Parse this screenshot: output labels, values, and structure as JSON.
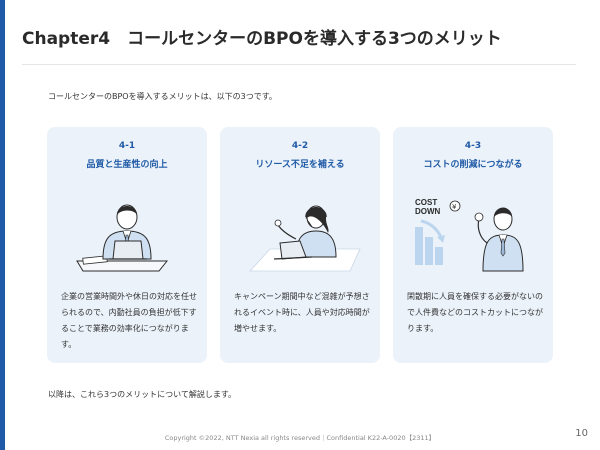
{
  "slide": {
    "title": "Chapter4　コールセンターのBPOを導入する3つのメリット",
    "intro": "コールセンターのBPOを導入するメリットは、以下の3つです。",
    "cards": [
      {
        "number": "4-1",
        "heading": "品質と生産性の向上",
        "body": "企業の営業時間外や休日の対応を任せられるので、内勤社員の負担が低下することで業務の効率化につながります。",
        "icon": "office-worker-laptop-icon"
      },
      {
        "number": "4-2",
        "heading": "リソース不足を補える",
        "body": "キャンペーン期間中など混雑が予想されるイベント時に、人員や対応時間が増やせます。",
        "icon": "call-center-operator-icon"
      },
      {
        "number": "4-3",
        "heading": "コストの削減につながる",
        "body": "閑散期に人員を確保する必要がないので人件費などのコストカットにつながります。",
        "icon": "cost-down-businessman-icon",
        "illustration_text": "COST DOWN"
      }
    ],
    "outro": "以降は、これら3つのメリットについて解説します。",
    "footer": "Copyright ©2022, NTT Nexia all rights reserved｜Confidential K22-A-0020【2311】",
    "page_number": "10"
  },
  "colors": {
    "accent": "#1e5aa8",
    "card_background": "#ebf2fa",
    "heading_text": "#1f5aa6"
  }
}
